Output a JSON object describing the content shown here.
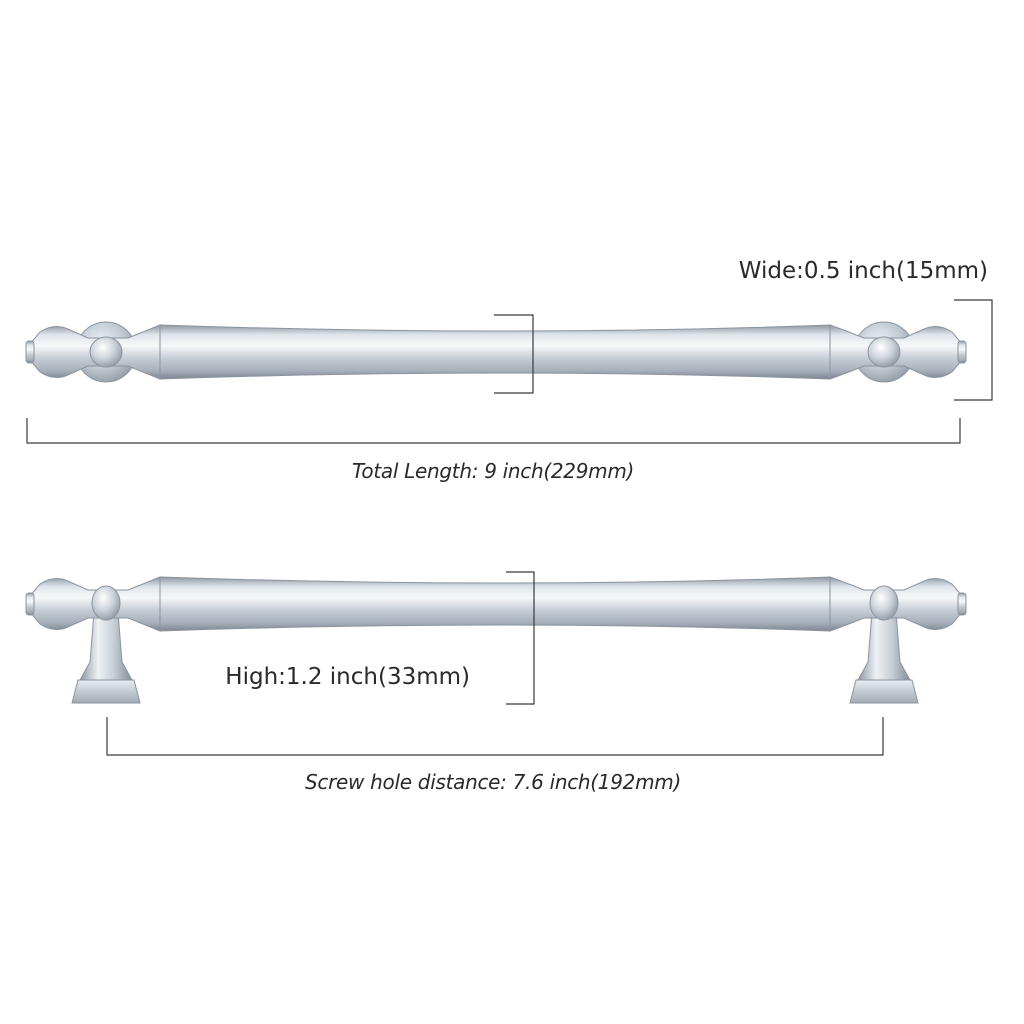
{
  "colors": {
    "background": "#ffffff",
    "metal_light": "#eef2f6",
    "metal_mid": "#c9d0d8",
    "metal_dark": "#9aa3ad",
    "metal_edge": "#7f8892",
    "dimension_line": "#3a3a3a",
    "label_text": "#2a2a2a"
  },
  "top_view": {
    "wide_label": "Wide:0.5 inch(15mm)",
    "total_length_label": "Total Length: 9 inch(229mm)"
  },
  "side_view": {
    "high_label": "High:1.2 inch(33mm)",
    "screw_hole_label": "Screw hole distance: 7.6 inch(192mm)"
  }
}
